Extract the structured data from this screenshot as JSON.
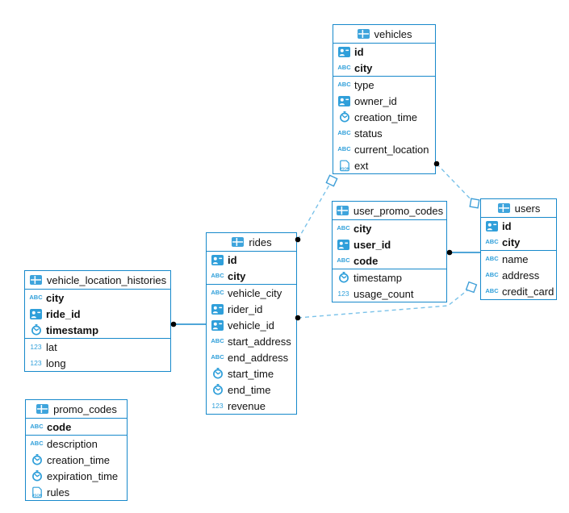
{
  "diagram": {
    "tables": [
      {
        "name": "vehicles",
        "columns": [
          {
            "name": "id",
            "type": "uuid",
            "pk": true
          },
          {
            "name": "city",
            "type": "text",
            "pk": true
          },
          {
            "name": "type",
            "type": "text",
            "pk": false
          },
          {
            "name": "owner_id",
            "type": "uuid",
            "pk": false
          },
          {
            "name": "creation_time",
            "type": "timestamp",
            "pk": false
          },
          {
            "name": "status",
            "type": "text",
            "pk": false
          },
          {
            "name": "current_location",
            "type": "text",
            "pk": false
          },
          {
            "name": "ext",
            "type": "json",
            "pk": false
          }
        ]
      },
      {
        "name": "user_promo_codes",
        "columns": [
          {
            "name": "city",
            "type": "text",
            "pk": true
          },
          {
            "name": "user_id",
            "type": "uuid",
            "pk": true
          },
          {
            "name": "code",
            "type": "text",
            "pk": true
          },
          {
            "name": "timestamp",
            "type": "timestamp",
            "pk": false
          },
          {
            "name": "usage_count",
            "type": "number",
            "pk": false
          }
        ]
      },
      {
        "name": "users",
        "columns": [
          {
            "name": "id",
            "type": "uuid",
            "pk": true
          },
          {
            "name": "city",
            "type": "text",
            "pk": true
          },
          {
            "name": "name",
            "type": "text",
            "pk": false
          },
          {
            "name": "address",
            "type": "text",
            "pk": false
          },
          {
            "name": "credit_card",
            "type": "text",
            "pk": false
          }
        ]
      },
      {
        "name": "rides",
        "columns": [
          {
            "name": "id",
            "type": "uuid",
            "pk": true
          },
          {
            "name": "city",
            "type": "text",
            "pk": true
          },
          {
            "name": "vehicle_city",
            "type": "text",
            "pk": false
          },
          {
            "name": "rider_id",
            "type": "uuid",
            "pk": false
          },
          {
            "name": "vehicle_id",
            "type": "uuid",
            "pk": false
          },
          {
            "name": "start_address",
            "type": "text",
            "pk": false
          },
          {
            "name": "end_address",
            "type": "text",
            "pk": false
          },
          {
            "name": "start_time",
            "type": "timestamp",
            "pk": false
          },
          {
            "name": "end_time",
            "type": "timestamp",
            "pk": false
          },
          {
            "name": "revenue",
            "type": "number",
            "pk": false
          }
        ]
      },
      {
        "name": "vehicle_location_histories",
        "columns": [
          {
            "name": "city",
            "type": "text",
            "pk": true
          },
          {
            "name": "ride_id",
            "type": "uuid",
            "pk": true
          },
          {
            "name": "timestamp",
            "type": "timestamp",
            "pk": true
          },
          {
            "name": "lat",
            "type": "number",
            "pk": false
          },
          {
            "name": "long",
            "type": "number",
            "pk": false
          }
        ]
      },
      {
        "name": "promo_codes",
        "columns": [
          {
            "name": "code",
            "type": "text",
            "pk": true
          },
          {
            "name": "description",
            "type": "text",
            "pk": false
          },
          {
            "name": "creation_time",
            "type": "timestamp",
            "pk": false
          },
          {
            "name": "expiration_time",
            "type": "timestamp",
            "pk": false
          },
          {
            "name": "rules",
            "type": "json",
            "pk": false
          }
        ]
      }
    ],
    "relationships": [
      {
        "from": "rides",
        "to": "vehicles",
        "style": "dashed"
      },
      {
        "from": "vehicles",
        "to": "users",
        "style": "dashed"
      },
      {
        "from": "rides",
        "to": "users",
        "style": "dashed"
      },
      {
        "from": "user_promo_codes",
        "to": "users",
        "style": "solid"
      },
      {
        "from": "vehicle_location_histories",
        "to": "rides",
        "style": "solid"
      }
    ],
    "icon_names": {
      "table": "table-icon",
      "uuid": "id-badge-icon",
      "text": "abc-icon",
      "timestamp": "clock-icon",
      "number": "numeric-icon",
      "json": "json-icon"
    },
    "type_icon_glyphs": {
      "text": "ABC",
      "number": "123"
    },
    "colors": {
      "table_border": "#1789cb",
      "icon_blue": "#2f9fda",
      "solid_line": "#1789cb",
      "dashed_line": "#7ac2e9",
      "connector_dot": "#000000",
      "marker_fill": "#ffffff",
      "marker_stroke": "#3f9fd8"
    }
  }
}
